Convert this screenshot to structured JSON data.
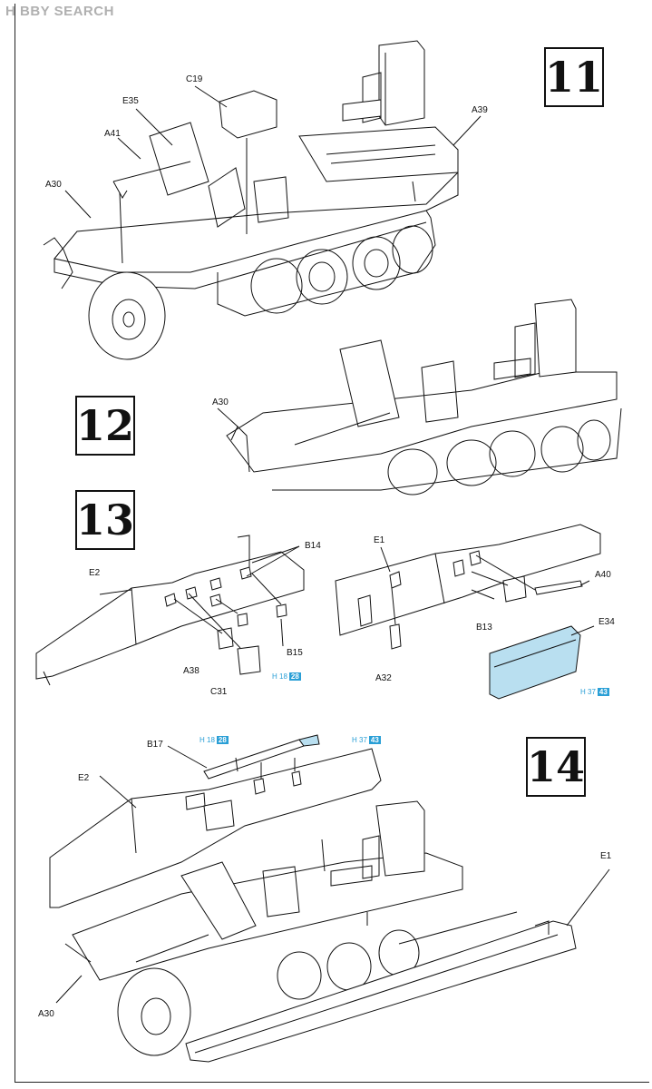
{
  "watermark": {
    "text": "H BBY SEARCH"
  },
  "steps": {
    "step11": "11",
    "step12": "12",
    "step13": "13",
    "step14": "14"
  },
  "labels": {
    "s11_C19": "C19",
    "s11_E35": "E35",
    "s11_A41": "A41",
    "s11_A30": "A30",
    "s11_A39": "A39",
    "s12_A30": "A30",
    "s13_B14": "B14",
    "s13_E2": "E2",
    "s13_B15": "B15",
    "s13_A38": "A38",
    "s13_C31": "C31",
    "s13_E1": "E1",
    "s13_A40": "A40",
    "s13_E34": "E34",
    "s13_B13": "B13",
    "s13_A32": "A32",
    "s14_B17": "B17",
    "s14_E2": "E2",
    "s14_E1": "E1",
    "s14_A30": "A30"
  },
  "color_refs": {
    "r1": {
      "code": "H 18",
      "num": "28"
    },
    "r2": {
      "code": "H 37",
      "num": "43"
    },
    "r3": {
      "code": "H 18",
      "num": "28"
    },
    "r4": {
      "code": "H 37",
      "num": "43"
    }
  },
  "colors": {
    "accent": "#2a9fd6",
    "part_fill": "#b9dff0",
    "line": "#111111"
  }
}
